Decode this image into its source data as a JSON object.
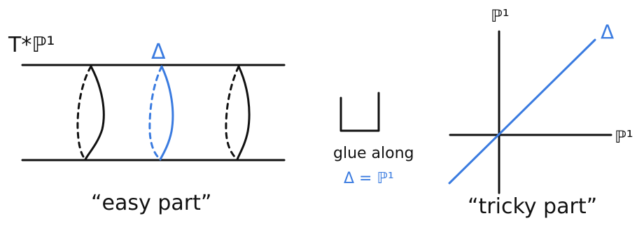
{
  "colors": {
    "ink": "#111111",
    "blue": "#3a7be0",
    "background": "#ffffff"
  },
  "left_panel": {
    "space_label": "T*ℙ¹",
    "delta_label": "Δ",
    "caption": "“easy part”"
  },
  "middle_panel": {
    "glue_text": "glue along",
    "glue_equation": "Δ = ℙ¹"
  },
  "right_panel": {
    "vertical_axis_label": "ℙ¹",
    "horizontal_axis_label": "ℙ¹",
    "delta_label": "Δ",
    "caption": "“tricky part”"
  }
}
